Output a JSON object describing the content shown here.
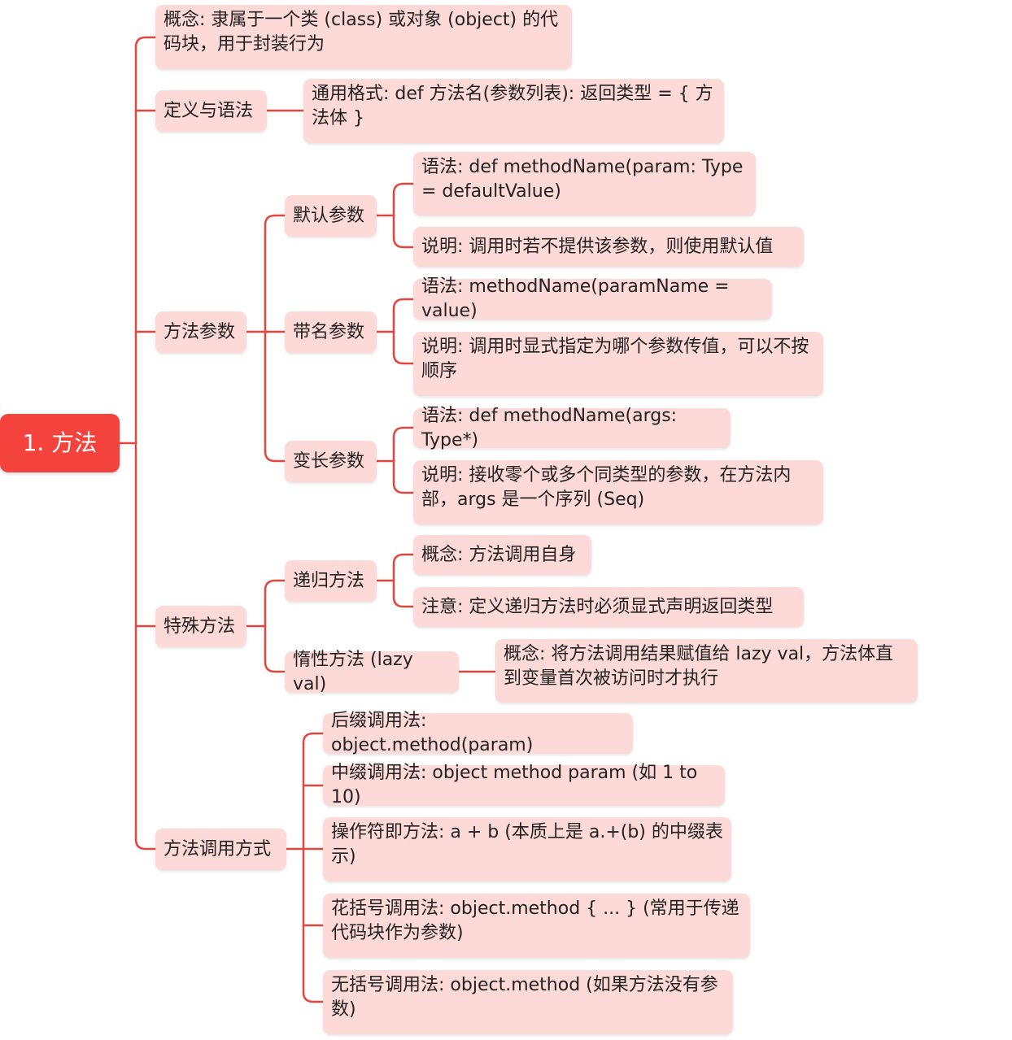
{
  "diagram": {
    "link_color": "#e5453f",
    "node_fill": "#fdd9d7",
    "root_fill": "#f4433d",
    "root": {
      "label": "1. 方法"
    },
    "branches": {
      "concept": {
        "label": "概念: 隶属于一个类 (class) 或对象 (object) 的代码块，用于封装行为"
      },
      "definition": {
        "label": "定义与语法",
        "format": "通用格式: def 方法名(参数列表): 返回类型 = { 方法体 }"
      },
      "params": {
        "label": "方法参数",
        "default": {
          "label": "默认参数",
          "syntax": "语法: def methodName(param: Type = defaultValue)",
          "desc": "说明: 调用时若不提供该参数，则使用默认值"
        },
        "named": {
          "label": "带名参数",
          "syntax": "语法: methodName(paramName = value)",
          "desc": "说明: 调用时显式指定为哪个参数传值，可以不按顺序"
        },
        "varargs": {
          "label": "变长参数",
          "syntax": "语法: def methodName(args: Type*)",
          "desc": "说明: 接收零个或多个同类型的参数，在方法内部，args 是一个序列 (Seq)"
        }
      },
      "special": {
        "label": "特殊方法",
        "recursive": {
          "label": "递归方法",
          "concept": "概念: 方法调用自身",
          "note": "注意: 定义递归方法时必须显式声明返回类型"
        },
        "lazy": {
          "label": "惰性方法 (lazy val)",
          "concept": "概念: 将方法调用结果赋值给 lazy val，方法体直到变量首次被访问时才执行"
        }
      },
      "invocation": {
        "label": "方法调用方式",
        "items": [
          "后缀调用法: object.method(param)",
          "中缀调用法: object method param (如 1 to 10)",
          "操作符即方法: a + b (本质上是 a.+(b) 的中缀表示)",
          "花括号调用法: object.method { ... } (常用于传递代码块作为参数)",
          "无括号调用法: object.method (如果方法没有参数)"
        ]
      }
    }
  }
}
